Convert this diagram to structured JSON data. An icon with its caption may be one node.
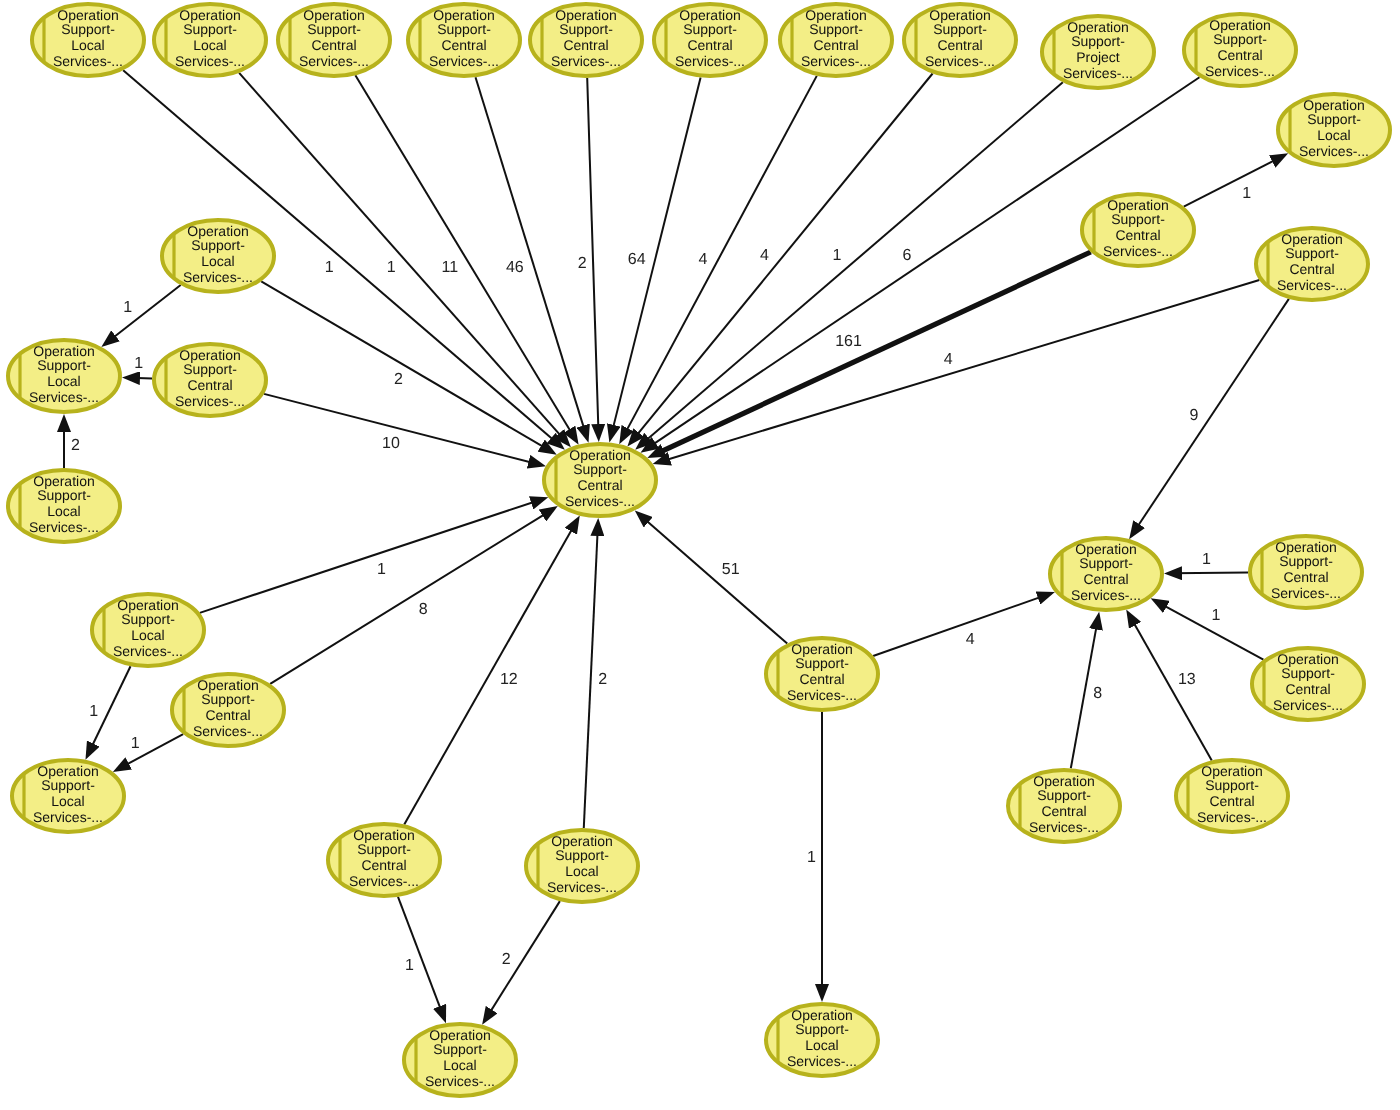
{
  "diagram": {
    "nodes": [
      {
        "text": [
          "Operation Support- Local Services-..."
        ]
      },
      {
        "text": [
          "Operation Support- Local Services-..."
        ]
      },
      {
        "text": [
          "Operation Support- Central Services-..."
        ]
      },
      {
        "text": [
          "Operation Support- Central Services-..."
        ]
      },
      {
        "text": [
          "Operation Support- Central Services-..."
        ]
      },
      {
        "text": [
          "Operation Support- Central Services-..."
        ]
      },
      {
        "text": [
          "Operation Support- Central Services-..."
        ]
      },
      {
        "text": [
          "Operation Support- Central Services-..."
        ]
      },
      {
        "text": [
          "Operation Support- Project Services-..."
        ]
      },
      {
        "text": [
          "Operation Support- Central Services-..."
        ]
      },
      {
        "text": [
          "Operation Support- Local Services-..."
        ]
      },
      {
        "text": [
          "Operation Support- Central Services-..."
        ]
      },
      {
        "text": [
          "Operation Support- Local Services-..."
        ]
      },
      {
        "text": [
          "Operation Support- Central Services-..."
        ]
      },
      {
        "text": [
          "Operation Support- Local Services-..."
        ]
      },
      {
        "text": [
          "Operation Support- Central Services-..."
        ]
      },
      {
        "text": [
          "Operation Support- Central Services-..."
        ]
      },
      {
        "text": [
          "Operation Support- Local Services-..."
        ]
      },
      {
        "text": [
          "Operation Support- Central Services-..."
        ]
      },
      {
        "text": [
          "Operation Support- Central Services-..."
        ]
      },
      {
        "text": [
          "Operation Support- Local Services-..."
        ]
      },
      {
        "text": [
          "Operation Support- Central Services-..."
        ]
      },
      {
        "text": [
          "Operation Support- Central Services-..."
        ]
      },
      {
        "text": [
          "Operation Support- Central Services-..."
        ]
      },
      {
        "text": [
          "Operation Support- Local Services-..."
        ]
      },
      {
        "text": [
          "Operation Support- Central Services-..."
        ]
      },
      {
        "text": [
          "Operation Support- Central Services-..."
        ]
      },
      {
        "text": [
          "Operation Support- Central Services-..."
        ]
      },
      {
        "text": [
          "Operation Support- Local Services-..."
        ]
      },
      {
        "text": [
          "Operation Support- Local Services-..."
        ]
      },
      {
        "text": [
          "Operation Support- Local Services-..."
        ]
      }
    ],
    "edges": [
      {
        "from": 0,
        "to": 16,
        "arrow": "to",
        "label": "1"
      },
      {
        "from": 1,
        "to": 16,
        "arrow": "to",
        "label": "1"
      },
      {
        "from": 2,
        "to": 16,
        "arrow": "to",
        "label": "11"
      },
      {
        "from": 3,
        "to": 16,
        "arrow": "to",
        "label": "46"
      },
      {
        "from": 4,
        "to": 16,
        "arrow": "to",
        "label": "2"
      },
      {
        "from": 5,
        "to": 16,
        "arrow": "to",
        "label": "64"
      },
      {
        "from": 6,
        "to": 16,
        "arrow": "to",
        "label": "4"
      },
      {
        "from": 7,
        "to": 16,
        "arrow": "to",
        "label": "4"
      },
      {
        "from": 8,
        "to": 16,
        "arrow": "to",
        "label": "1"
      },
      {
        "from": 9,
        "to": 16,
        "arrow": "to",
        "label": "6"
      },
      {
        "from": 11,
        "to": 10,
        "arrow": "to",
        "label": "1"
      },
      {
        "from": 11,
        "to": 16,
        "arrow": "to",
        "label": "161",
        "style": "thick"
      },
      {
        "from": 13,
        "to": 16,
        "arrow": "to",
        "label": "4"
      },
      {
        "from": 13,
        "to": 18,
        "arrow": "to",
        "label": "9"
      },
      {
        "from": 12,
        "to": 14,
        "arrow": "to",
        "label": "1"
      },
      {
        "from": 12,
        "to": 16,
        "arrow": "to",
        "label": "2"
      },
      {
        "from": 15,
        "to": 14,
        "arrow": "to",
        "label": "1"
      },
      {
        "from": 15,
        "to": 16,
        "arrow": "to",
        "label": "10"
      },
      {
        "from": 17,
        "to": 14,
        "arrow": "to",
        "label": "2"
      },
      {
        "from": 20,
        "to": 16,
        "arrow": "to",
        "label": "1"
      },
      {
        "from": 23,
        "to": 16,
        "arrow": "to",
        "label": "8"
      },
      {
        "from": 20,
        "to": 24,
        "arrow": "to",
        "label": "1"
      },
      {
        "from": 23,
        "to": 24,
        "arrow": "to",
        "label": "1"
      },
      {
        "from": 27,
        "to": 16,
        "arrow": "to",
        "label": "12"
      },
      {
        "from": 28,
        "to": 16,
        "arrow": "to",
        "label": "2"
      },
      {
        "from": 27,
        "to": 30,
        "arrow": "to",
        "label": "1"
      },
      {
        "from": 28,
        "to": 30,
        "arrow": "to",
        "label": "2"
      },
      {
        "from": 21,
        "to": 16,
        "arrow": "to",
        "label": "51"
      },
      {
        "from": 21,
        "to": 18,
        "arrow": "to",
        "label": "4"
      },
      {
        "from": 21,
        "to": 29,
        "arrow": "to",
        "label": "1"
      },
      {
        "from": 19,
        "to": 18,
        "arrow": "to",
        "label": "1"
      },
      {
        "from": 22,
        "to": 18,
        "arrow": "to",
        "label": "1"
      },
      {
        "from": 26,
        "to": 18,
        "arrow": "to",
        "label": "8"
      },
      {
        "from": 25,
        "to": 18,
        "arrow": "to",
        "label": "13"
      }
    ]
  }
}
